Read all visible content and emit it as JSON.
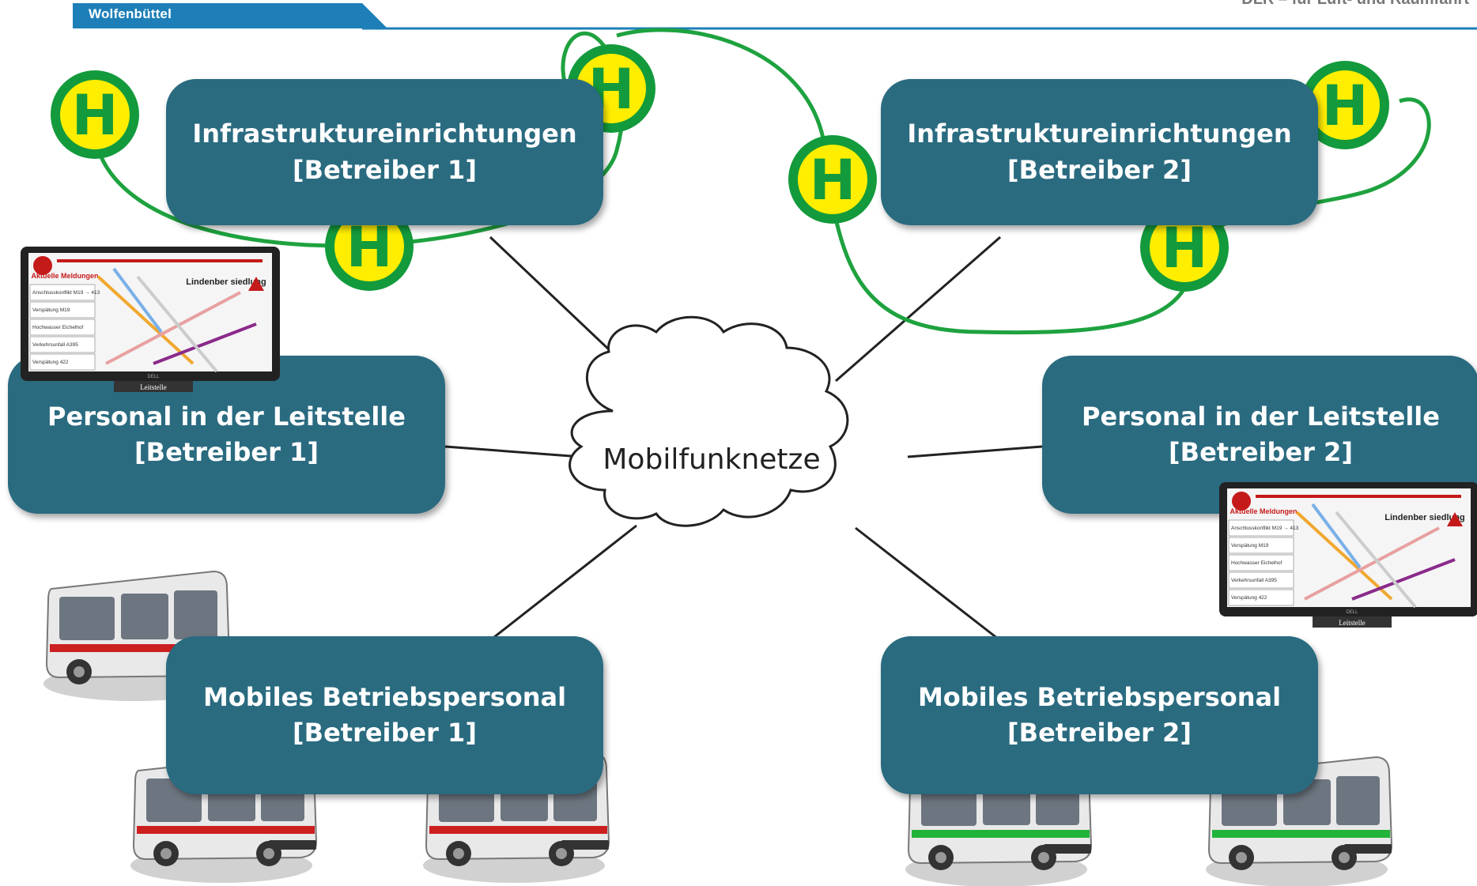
{
  "header": {
    "location": "Wolfenbüttel",
    "org": "DLR – für Luft- und Raumfahrt",
    "accent_color": "#1e7fb8"
  },
  "network": {
    "label": "Mobilfunknetze"
  },
  "boxes": {
    "infra1": {
      "line1": "Infrastruktureinrichtungen",
      "line2": "[Betreiber 1]"
    },
    "infra2": {
      "line1": "Infrastruktureinrichtungen",
      "line2": "[Betreiber 2]"
    },
    "staff1": {
      "line1": "Personal in der Leitstelle",
      "line2": "[Betreiber 1]"
    },
    "staff2": {
      "line1": "Personal in der Leitstelle",
      "line2": "[Betreiber 2]"
    },
    "mobile1": {
      "line1": "Mobiles Betriebspersonal",
      "line2": "[Betreiber 1]"
    },
    "mobile2": {
      "line1": "Mobiles Betriebspersonal",
      "line2": "[Betreiber 2]"
    }
  },
  "stop_sign": {
    "letter": "H",
    "fill": "#ffee00",
    "ring": "#139a3c"
  },
  "monitor": {
    "brand": "DELL",
    "caption": "Leitstelle",
    "panel_title": "Aktuelle Meldungen",
    "map_label": "Lindenber siedlung",
    "list_items": [
      "Anschlusskonflikt M19 → 413",
      "Verspätung M19",
      "Hochwasser Eichelhof",
      "Verkehrsunfall A395",
      "Verspätung 422"
    ]
  },
  "colors": {
    "box_fill": "#2a6b80",
    "bus_stripe_1": "#cc1f1f",
    "bus_stripe_2": "#22b33a"
  }
}
